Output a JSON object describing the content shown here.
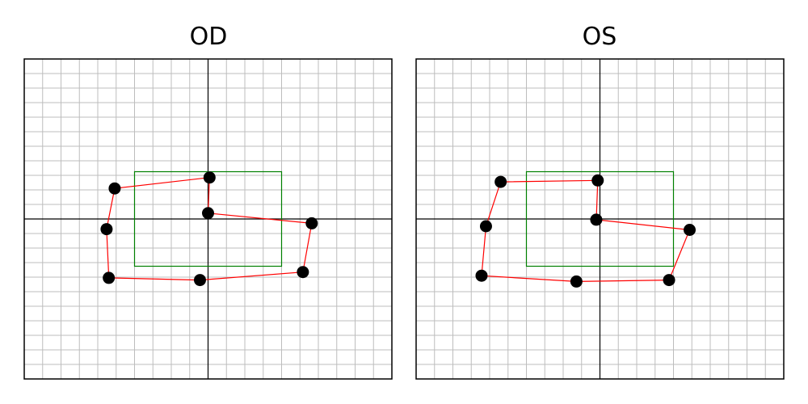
{
  "chart_data": [
    {
      "type": "line",
      "title": "OD",
      "xlabel": "",
      "ylabel": "",
      "xlim": [
        -25,
        25
      ],
      "ylim": [
        -22,
        22
      ],
      "grid": true,
      "reference_box": {
        "x": [
          -10,
          10
        ],
        "y": [
          -6.5,
          6.5
        ],
        "color": "#008000"
      },
      "series": [
        {
          "line_color": "#ff0000",
          "marker_color": "#000000",
          "points": [
            {
              "x": 0,
              "y": 0.8
            },
            {
              "x": 0.2,
              "y": 5.7
            },
            {
              "x": -12.7,
              "y": 4.2
            },
            {
              "x": -13.8,
              "y": -1.4
            },
            {
              "x": -13.5,
              "y": -8.1
            },
            {
              "x": -1.1,
              "y": -8.4
            },
            {
              "x": 12.9,
              "y": -7.3
            },
            {
              "x": 14.1,
              "y": -0.6
            },
            {
              "x": 0,
              "y": 0.8
            }
          ]
        }
      ]
    },
    {
      "type": "line",
      "title": "OS",
      "xlabel": "",
      "ylabel": "",
      "xlim": [
        -25,
        25
      ],
      "ylim": [
        -22,
        22
      ],
      "grid": true,
      "reference_box": {
        "x": [
          -10,
          10
        ],
        "y": [
          -6.5,
          6.5
        ],
        "color": "#008000"
      },
      "series": [
        {
          "line_color": "#ff0000",
          "marker_color": "#000000",
          "points": [
            {
              "x": -0.5,
              "y": -0.1
            },
            {
              "x": -0.3,
              "y": 5.3
            },
            {
              "x": -13.5,
              "y": 5.1
            },
            {
              "x": -15.5,
              "y": -1.0
            },
            {
              "x": -16.1,
              "y": -7.8
            },
            {
              "x": -3.2,
              "y": -8.6
            },
            {
              "x": 9.4,
              "y": -8.4
            },
            {
              "x": 12.2,
              "y": -1.5
            },
            {
              "x": -0.5,
              "y": -0.1
            }
          ]
        }
      ]
    }
  ]
}
